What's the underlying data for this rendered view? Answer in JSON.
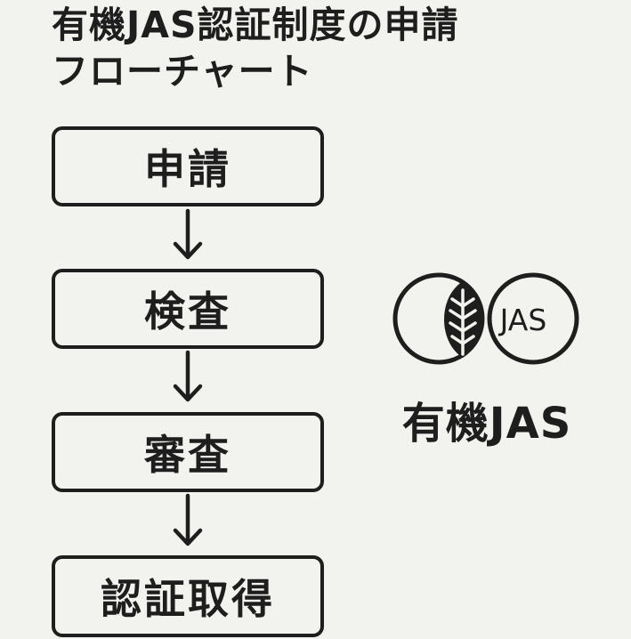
{
  "title": {
    "line1": "有機JAS認証制度の申請",
    "line2": "フローチャート"
  },
  "steps": [
    {
      "label": "申請"
    },
    {
      "label": "検査"
    },
    {
      "label": "審査"
    },
    {
      "label": "認証取得"
    }
  ],
  "logo": {
    "mark_text": "JAS",
    "caption": "有機JAS"
  },
  "colors": {
    "background": "#f2f2ee",
    "ink": "#1e1e1e"
  }
}
